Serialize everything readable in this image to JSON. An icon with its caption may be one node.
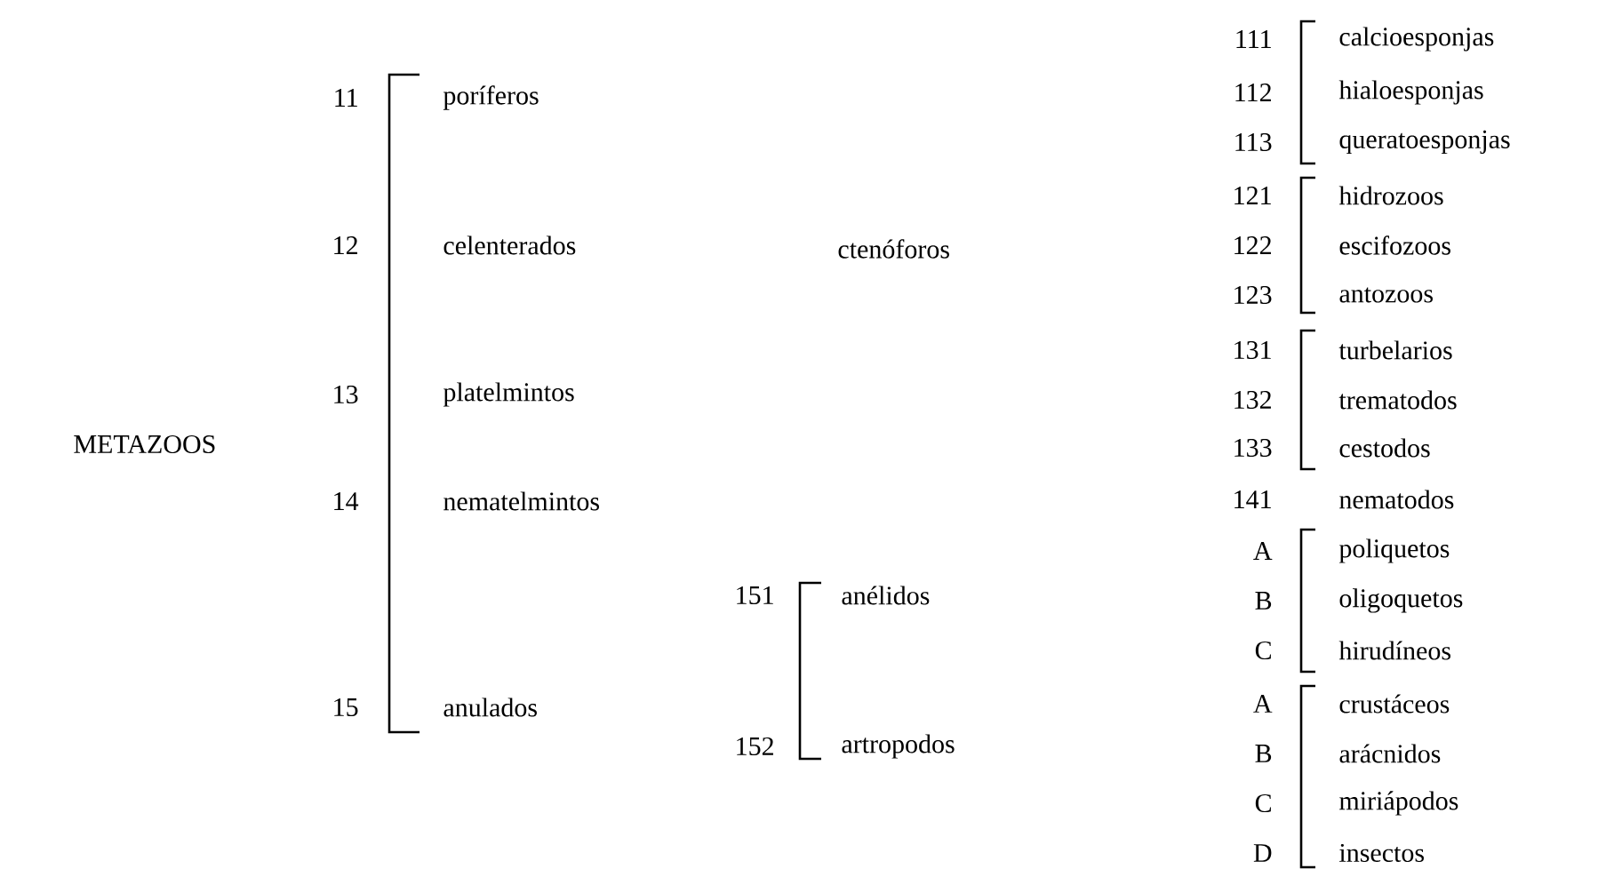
{
  "diagram": {
    "labels": [
      "METAZOOS",
      "11",
      "poríferos",
      "12",
      "celenterados",
      "13",
      "platelmintos",
      "14",
      "nematelmintos",
      "15",
      "anulados",
      "ctenóforos",
      "151",
      "anélidos",
      "152",
      "artropodos",
      "111",
      "calcioesponjas",
      "112",
      "hialoesponjas",
      "113",
      "queratoesponjas",
      "121",
      "hidrozoos",
      "122",
      "escifozoos",
      "123",
      "antozoos",
      "131",
      "turbelarios",
      "132",
      "trematodos",
      "133",
      "cestodos",
      "141",
      "nematodos",
      "A",
      "poliquetos",
      "B",
      "oligoquetos",
      "C",
      "hirudíneos",
      "A",
      "crustáceos",
      "B",
      "arácnidos",
      "C",
      "miriápodos",
      "D",
      "insectos"
    ]
  }
}
